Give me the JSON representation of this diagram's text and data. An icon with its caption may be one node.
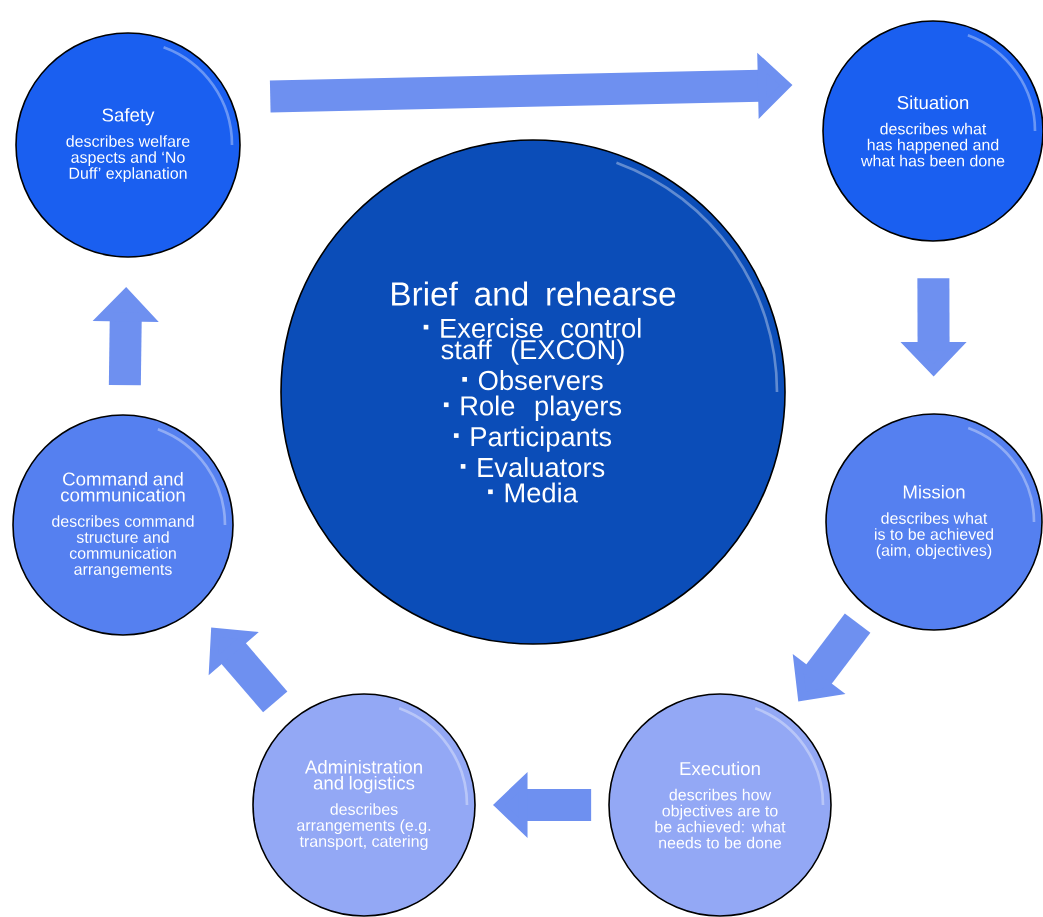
{
  "diagram": {
    "nodes": [
      {
        "text": [
          "Brief and rehearse",
          "Exercise control staff (EXCON)",
          "Observers",
          "Role players",
          "Participants",
          "Evaluators",
          "Media"
        ]
      },
      {
        "text": [
          "Safety",
          "describes welfare aspects and ‘No Duff’ explanation"
        ]
      },
      {
        "text": [
          "Situation",
          "describes what has happened and what has been done"
        ]
      },
      {
        "text": [
          "Mission",
          "describes what is to be achieved (aim, objectives)"
        ]
      },
      {
        "text": [
          "Execution",
          "describes how objectives are to be achieved: what needs to be done"
        ]
      },
      {
        "text": [
          "Administration and logistics",
          "describes arrangements (e.g. transport, catering"
        ]
      },
      {
        "text": [
          "Command and communication",
          "describes command structure and communication arrangements"
        ]
      }
    ],
    "edges": [
      {
        "from": 1,
        "to": 2,
        "arrow": "to"
      },
      {
        "from": 2,
        "to": 3,
        "arrow": "to"
      },
      {
        "from": 3,
        "to": 4,
        "arrow": "to"
      },
      {
        "from": 4,
        "to": 5,
        "arrow": "to"
      },
      {
        "from": 5,
        "to": 6,
        "arrow": "to"
      },
      {
        "from": 6,
        "to": 1,
        "arrow": "to"
      }
    ]
  }
}
